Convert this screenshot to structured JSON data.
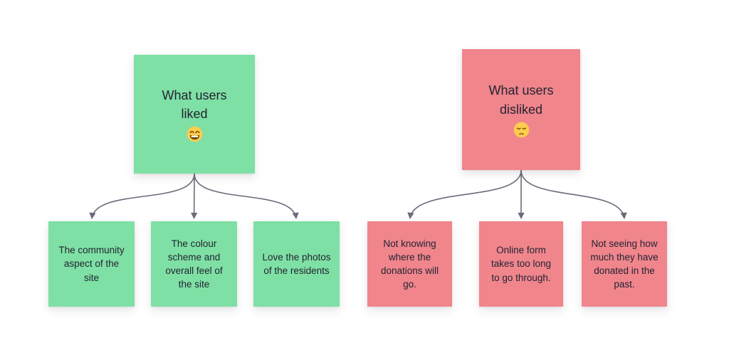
{
  "canvas": {
    "background_color": "#ffffff",
    "text_color": "#232433",
    "connector_color": "#696C7A"
  },
  "clusters": [
    {
      "name": "liked",
      "note_color": "#7EE0A4",
      "parent": {
        "title": "What users liked",
        "emoji_name": "beaming-face-with-smiling-eyes-emoji",
        "emoji_char": "😁"
      },
      "children": [
        {
          "text": "The community aspect of the site"
        },
        {
          "text": "The colour scheme and overall feel of the site"
        },
        {
          "text": "Love the photos of the residents"
        }
      ]
    },
    {
      "name": "disliked",
      "note_color": "#F0858C",
      "parent": {
        "title": "What users disliked",
        "emoji_name": "pensive-face-emoji",
        "emoji_char": "😔"
      },
      "children": [
        {
          "text": "Not knowing where the donations will go."
        },
        {
          "text": "Online form takes too long to go through."
        },
        {
          "text": "Not seeing how much they have donated in the past."
        }
      ]
    }
  ]
}
